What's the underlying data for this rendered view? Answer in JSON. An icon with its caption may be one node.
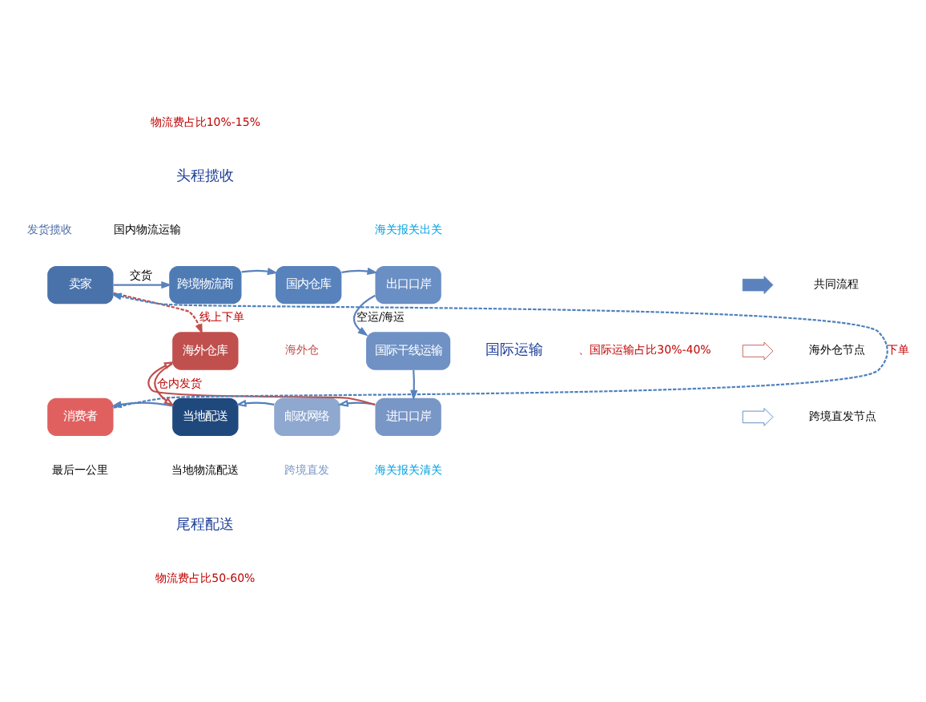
{
  "diagram": {
    "nodes": [
      {
        "text": [
          "卖家"
        ]
      },
      {
        "text": [
          "跨境物流商"
        ]
      },
      {
        "text": [
          "国内仓库"
        ]
      },
      {
        "text": [
          "出口口岸"
        ],
        "beside": [
          "海关报关出关"
        ]
      },
      {
        "text": [
          "国际干线运输"
        ]
      },
      {
        "text": [
          "进口口岸"
        ],
        "beside": [
          "海关报关清关"
        ]
      },
      {
        "text": [
          "邮政网络"
        ]
      },
      {
        "text": [
          "当地配送"
        ]
      },
      {
        "text": [
          "消费者"
        ]
      },
      {
        "text": [
          "海外仓库"
        ]
      }
    ],
    "edges": [
      {
        "from": 0,
        "to": 1,
        "arrow": "to",
        "label": "交货"
      },
      {
        "from": 1,
        "to": 2,
        "arrow": "to"
      },
      {
        "from": 2,
        "to": 3,
        "arrow": "to"
      },
      {
        "from": 3,
        "to": 4,
        "arrow": "to",
        "label": "空运/海运"
      },
      {
        "from": 4,
        "to": 5,
        "arrow": "to"
      },
      {
        "from": 5,
        "to": 6,
        "arrow": "to",
        "color": "#4f81bd"
      },
      {
        "from": 6,
        "to": 7,
        "arrow": "to",
        "color": "#4f81bd"
      },
      {
        "from": 7,
        "to": 8,
        "arrow": "to"
      },
      {
        "from": 8,
        "to": 0,
        "arrow": "to",
        "label": "下单",
        "style": "dashed",
        "color": "#4f81bd"
      },
      {
        "from": 0,
        "to": 9,
        "arrow": "to",
        "label": "线上下单",
        "style": "dashed",
        "color": "#c0504d"
      },
      {
        "from": 5,
        "to": 9,
        "arrow": "to",
        "color": "#c0504d"
      },
      {
        "from": 9,
        "to": 7,
        "arrow": "to",
        "label": "仓内发货",
        "color": "#c0504d"
      }
    ],
    "labels": [
      "物流费占比10%-15%",
      "头程揽收",
      "发货揽收",
      "国内物流运输",
      "海外仓",
      "国际运输",
      "、国际运输占比30%-40%",
      "最后一公里",
      "当地物流配送",
      "跨境直发",
      "尾程配送",
      "物流费占比50-60%"
    ],
    "legend": [
      {
        "text": "共同流程"
      },
      {
        "text": "海外仓节点"
      },
      {
        "text": "跨境直发节点"
      }
    ]
  }
}
